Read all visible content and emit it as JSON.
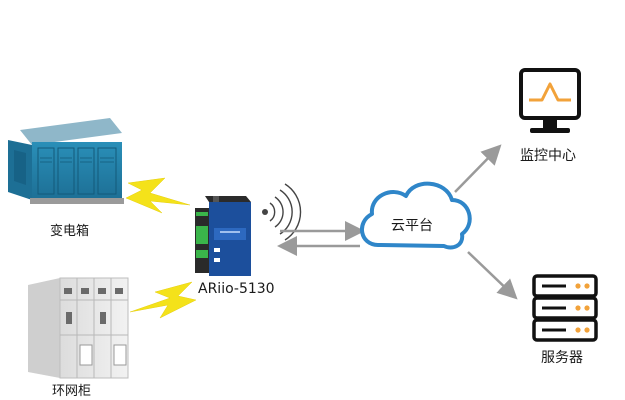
{
  "nodes": {
    "substation": "变电箱",
    "ring_main_unit": "环网柜",
    "gateway": "ARiio-5130",
    "cloud": "云平台",
    "monitor_center": "监控中心",
    "server": "服务器"
  },
  "colors": {
    "cloud_stroke": "#2f86c9",
    "lightning": "#f4e21a",
    "arrow": "#9a9a9a",
    "device_blue": "#1c4f9c",
    "icon_orange": "#f2a23a"
  }
}
